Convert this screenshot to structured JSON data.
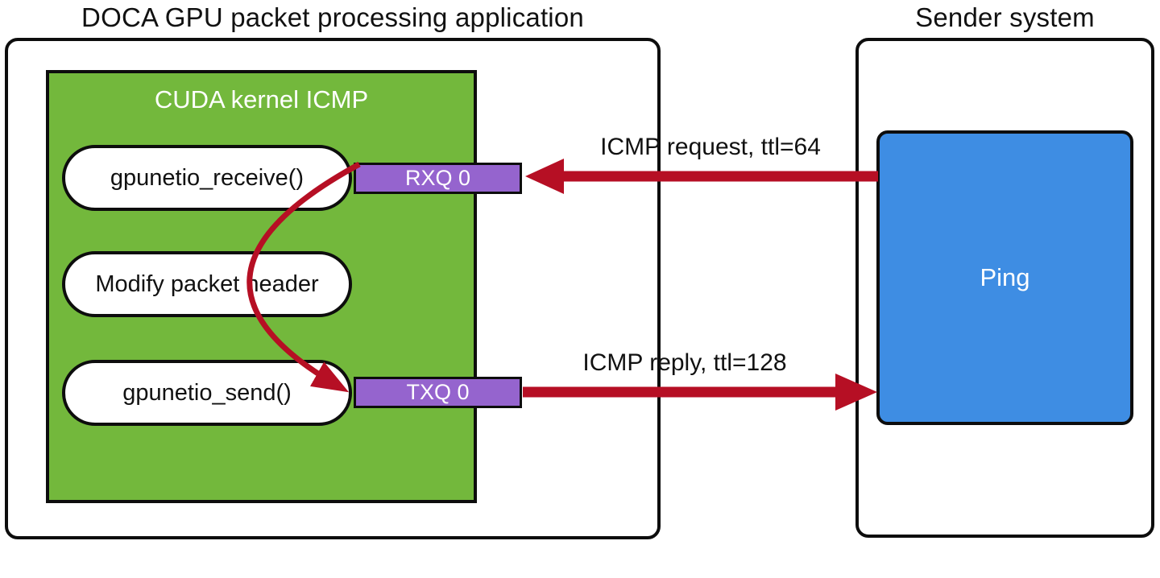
{
  "doca": {
    "title": "DOCA GPU packet processing application"
  },
  "sender": {
    "title": "Sender system"
  },
  "cuda": {
    "label": "CUDA kernel ICMP"
  },
  "pills": {
    "receive": "gpunetio_receive()",
    "modify": "Modify packet header",
    "send": "gpunetio_send()"
  },
  "queues": {
    "rx": "RXQ 0",
    "tx": "TXQ 0"
  },
  "ping": {
    "label": "Ping"
  },
  "arrows": {
    "request": {
      "label": "ICMP request, ttl=64",
      "direction": "ping-to-rxq"
    },
    "reply": {
      "label": "ICMP reply, ttl=128",
      "direction": "txq-to-ping"
    },
    "kernel_flow": {
      "direction": "receive-to-send-via-modify"
    }
  },
  "colors": {
    "kernel_green": "#73B83C",
    "queue_purple": "#9564CE",
    "ping_blue": "#3E8DE3",
    "arrow_red": "#B60F24",
    "border_black": "#0D0D0D"
  }
}
